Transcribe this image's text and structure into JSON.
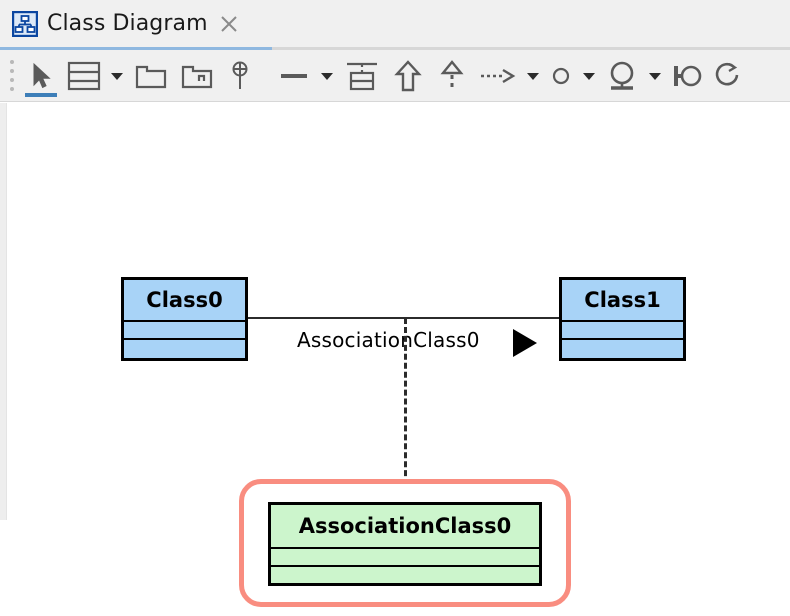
{
  "window": {
    "title": "Class Diagram"
  },
  "tabbar": {
    "tabs": [
      {
        "label": "Class Diagram",
        "icon": "class-diagram-icon",
        "active": true,
        "close_label": "×"
      }
    ]
  },
  "toolbar": {
    "grip_label": "toolbar-grip",
    "items": [
      {
        "name": "select-tool",
        "icon": "cursor-arrow-icon",
        "selected": true,
        "caret": false
      },
      {
        "name": "class-tool",
        "icon": "class-box-icon",
        "selected": false,
        "caret": true
      },
      {
        "name": "package-tool",
        "icon": "package-icon",
        "selected": false,
        "caret": false
      },
      {
        "name": "subsystem-tool",
        "icon": "package-nested-icon",
        "selected": false,
        "caret": false
      },
      {
        "name": "port-tool",
        "icon": "port-pin-icon",
        "selected": false,
        "caret": false
      },
      {
        "name": "association-tool",
        "icon": "association-line-icon",
        "selected": false,
        "caret": true
      },
      {
        "name": "association-class-tool",
        "icon": "association-class-icon",
        "selected": false,
        "caret": false
      },
      {
        "name": "generalization-tool",
        "icon": "generalization-arrow-icon",
        "selected": false,
        "caret": false
      },
      {
        "name": "realization-tool",
        "icon": "realization-arrow-icon",
        "selected": false,
        "caret": false
      },
      {
        "name": "dependency-tool",
        "icon": "dependency-arrow-icon",
        "selected": false,
        "caret": true
      },
      {
        "name": "interface-tool",
        "icon": "interface-circle-icon",
        "selected": false,
        "caret": true
      },
      {
        "name": "provided-interface-tool",
        "icon": "lollipop-icon",
        "selected": false,
        "caret": true
      },
      {
        "name": "required-interface-tool",
        "icon": "socket-ball-icon",
        "selected": false,
        "caret": false
      },
      {
        "name": "self-association-tool",
        "icon": "self-loop-icon",
        "selected": false,
        "caret": false
      }
    ]
  },
  "diagram": {
    "type": "uml-class-diagram",
    "classes": [
      {
        "id": "Class0",
        "name": "Class0",
        "fill": "#a8d3f7",
        "stroke": "#000000",
        "compartments": 3,
        "attributes": [],
        "operations": [],
        "selected": false
      },
      {
        "id": "Class1",
        "name": "Class1",
        "fill": "#a8d3f7",
        "stroke": "#000000",
        "compartments": 3,
        "attributes": [],
        "operations": [],
        "selected": false
      },
      {
        "id": "AssociationClass0",
        "name": "AssociationClass0",
        "fill": "#ccf5cc",
        "stroke": "#000000",
        "compartments": 3,
        "attributes": [],
        "operations": [],
        "selected": true
      }
    ],
    "relationships": [
      {
        "id": "assoc0",
        "type": "association",
        "label": "AssociationClass0",
        "source": "Class0",
        "target": "Class1",
        "navigable": true,
        "arrow": "solid-triangle"
      },
      {
        "id": "assoclink0",
        "type": "association-class-link",
        "style": "dashed",
        "source": "assoc0",
        "target": "AssociationClass0"
      }
    ],
    "selection_color": "#f98d80"
  },
  "colors": {
    "chrome": "#f0f0f0",
    "canvas": "#ffffff",
    "tab_active_underline": "#8fb8e0",
    "tool_selected": "#3d7eb8",
    "class_fill": "#a8d3f7",
    "assoc_class_fill": "#ccf5cc",
    "selection_ring": "#f98d80",
    "line": "#2b2b2b"
  }
}
